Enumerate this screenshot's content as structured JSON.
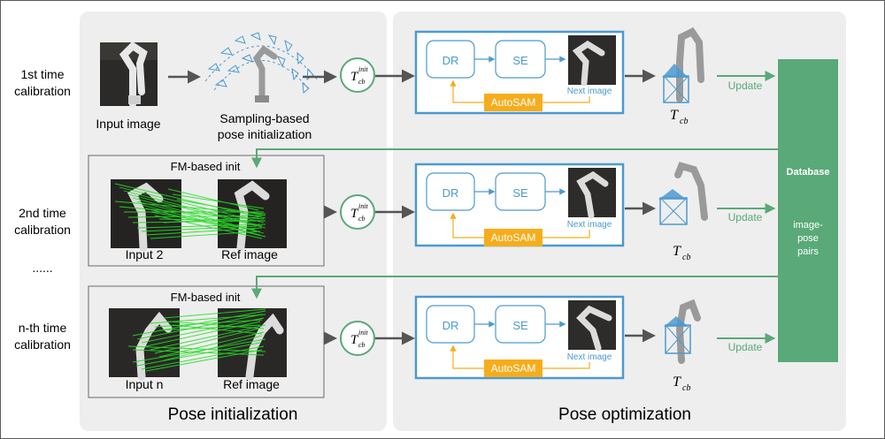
{
  "rows": [
    {
      "label_line1": "1st time",
      "label_line2": "calibration"
    },
    {
      "label_line1": "2nd time",
      "label_line2": "calibration"
    },
    {
      "label_line1": "n-th time",
      "label_line2": "calibration"
    }
  ],
  "ellipsis": "......",
  "pose_init": {
    "section_label": "Pose initialization",
    "input_image": "Input image",
    "sampling_line1": "Sampling-based",
    "sampling_line2": "pose initialization",
    "fm_box_title": "FM-based init",
    "input_2": "Input 2",
    "input_n": "Input n",
    "ref_image": "Ref image"
  },
  "t_init": {
    "main": "T",
    "sup": "init",
    "sub": "cb"
  },
  "pose_opt": {
    "section_label": "Pose optimization",
    "dr": "DR",
    "se": "SE",
    "autosam": "AutoSAM",
    "next_image": "Next image",
    "t_cb": {
      "main": "T",
      "sub": "cb"
    },
    "update": "Update"
  },
  "database": {
    "title": "Database",
    "line1": "image-",
    "line2": "pose",
    "line3": "pairs"
  },
  "colors": {
    "panel": "#eeeeee",
    "blue": "#4b9ad1",
    "green": "#5aa978",
    "orange": "#f6ad1c",
    "match_green": "#22dd22",
    "arrow_gray": "#555555"
  }
}
